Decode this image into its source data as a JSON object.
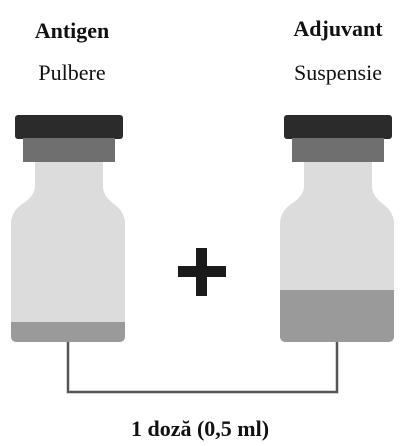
{
  "left_vial": {
    "title": "Antigen",
    "subtitle": "Pulbere"
  },
  "right_vial": {
    "title": "Adjuvant",
    "subtitle": "Suspensie"
  },
  "operator_symbol": "+",
  "footer": {
    "text": "1 doză (0,5 ml)"
  },
  "colors": {
    "cap_dark": "#2b2b2b",
    "cap_collar": "#6f6f6f",
    "vial_body": "#dcdcdc",
    "liquid": "#9a9a9a",
    "connector": "#555555",
    "plus": "#1a1a1a"
  }
}
